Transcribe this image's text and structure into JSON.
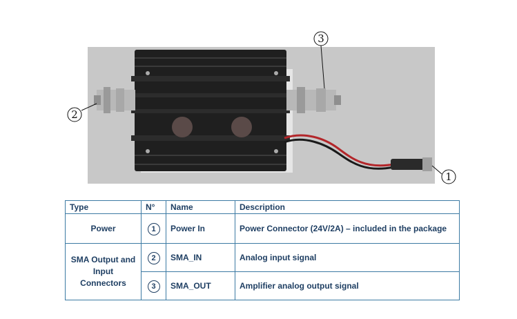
{
  "figure": {
    "callouts": [
      {
        "number": "1"
      },
      {
        "number": "2"
      },
      {
        "number": "3"
      }
    ]
  },
  "table": {
    "headers": {
      "type": "Type",
      "number": "N°",
      "name": "Name",
      "description": "Description"
    },
    "rows": [
      {
        "type": "Power",
        "number": "1",
        "name": "Power In",
        "description": "Power Connector (24V/2A) – included in the package"
      },
      {
        "type": "SMA Output and Input Connectors",
        "number": "2",
        "name": "SMA_IN",
        "description": "Analog input signal"
      },
      {
        "number": "3",
        "name": "SMA_OUT",
        "description": "Amplifier analog output signal"
      }
    ]
  },
  "colors": {
    "table_text": "#1f3f63",
    "table_border": "#3c7aa3",
    "photo_background": "#c9c9c9",
    "heatsink": "#1e1e1e"
  }
}
